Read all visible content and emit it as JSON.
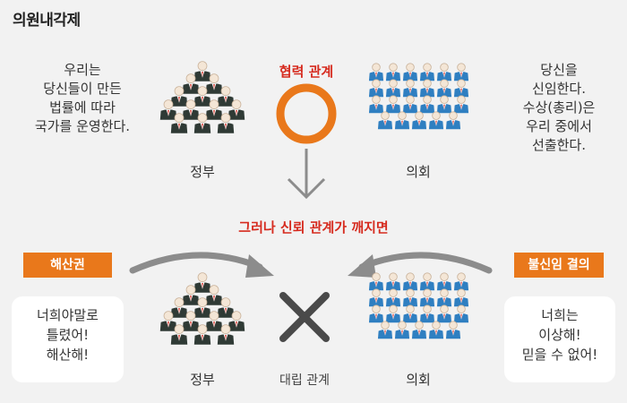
{
  "title": "의원내각제",
  "top": {
    "left_text": [
      "우리는",
      "당신들이 만든",
      "법률에 따라",
      "국가를 운영한다."
    ],
    "right_text": [
      "당신을",
      "신임한다.",
      "수상(총리)은",
      "우리 중에서",
      "선출한다."
    ],
    "relation_label": "협력 관계",
    "gov_label": "정부",
    "parl_label": "의회"
  },
  "middle_label": "그러나 신뢰 관계가 깨지면",
  "bottom": {
    "left_tag": "해산권",
    "right_tag": "불신임 결의",
    "left_bubble": [
      "너희야말로",
      "틀렸어!",
      "해산해!"
    ],
    "right_bubble": [
      "너희는",
      "이상해!",
      "믿을 수 없어!"
    ],
    "gov_label": "정부",
    "parl_label": "의회",
    "relation_label": "대립 관계"
  },
  "colors": {
    "accent_red": "#d62b1f",
    "orange": "#e9781b",
    "gov_suit": "#2f3a35",
    "parl_suit": "#2f7fc1",
    "arrow_gray": "#8c8c8c"
  }
}
